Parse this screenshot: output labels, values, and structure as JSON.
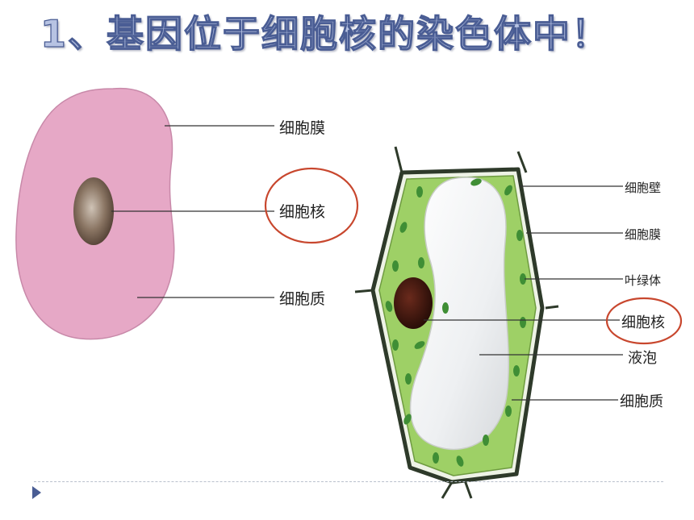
{
  "title": "1、基因位于细胞核的染色体中！",
  "animal_cell": {
    "labels": {
      "membrane": "细胞膜",
      "nucleus": "细胞核",
      "cytoplasm": "细胞质"
    }
  },
  "plant_cell": {
    "labels": {
      "wall": "细胞壁",
      "membrane": "细胞膜",
      "chloroplast": "叶绿体",
      "nucleus": "细胞核",
      "vacuole": "液泡",
      "cytoplasm": "细胞质"
    }
  },
  "colors": {
    "animal_cytoplasm": "#e6a8c6",
    "plant_cytoplasm": "#9ed066",
    "chloroplast": "#3f8e35",
    "highlight_circle": "#c8472e",
    "title_fill": "#b7c3e3",
    "title_stroke": "#4a5d94"
  }
}
